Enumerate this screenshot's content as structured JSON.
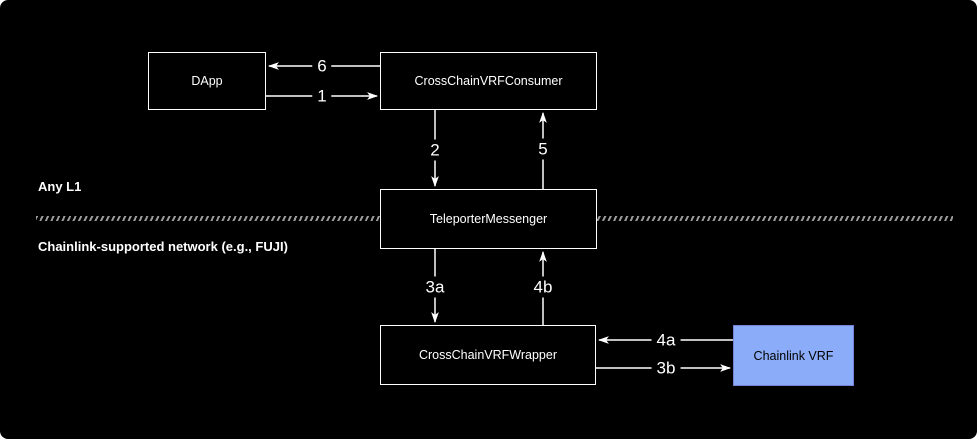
{
  "canvas": {
    "background": "#000000",
    "line_color": "#ffffff",
    "divider_color": "#9a9a9a"
  },
  "zones": {
    "top": {
      "label": "Any L1"
    },
    "bottom": {
      "label": "Chainlink-supported network (e.g., FUJI)"
    }
  },
  "nodes": {
    "dapp": {
      "label": "DApp"
    },
    "consumer": {
      "label": "CrossChainVRFConsumer"
    },
    "teleporter": {
      "label": "TeleporterMessenger"
    },
    "wrapper": {
      "label": "CrossChainVRFWrapper"
    },
    "chainlink_vrf": {
      "label": "Chainlink VRF",
      "fill": "#8bacf8",
      "border": "#7481d9",
      "text_color": "#000000"
    }
  },
  "edges": {
    "e1": {
      "label": "1",
      "from": "DApp",
      "to": "CrossChainVRFConsumer"
    },
    "e6": {
      "label": "6",
      "from": "CrossChainVRFConsumer",
      "to": "DApp"
    },
    "e2": {
      "label": "2",
      "from": "CrossChainVRFConsumer",
      "to": "TeleporterMessenger"
    },
    "e5": {
      "label": "5",
      "from": "TeleporterMessenger",
      "to": "CrossChainVRFConsumer"
    },
    "e3a": {
      "label": "3a",
      "from": "TeleporterMessenger",
      "to": "CrossChainVRFWrapper"
    },
    "e4b": {
      "label": "4b",
      "from": "CrossChainVRFWrapper",
      "to": "TeleporterMessenger"
    },
    "e4a": {
      "label": "4a",
      "from": "Chainlink VRF",
      "to": "CrossChainVRFWrapper"
    },
    "e3b": {
      "label": "3b",
      "from": "CrossChainVRFWrapper",
      "to": "Chainlink VRF"
    }
  }
}
